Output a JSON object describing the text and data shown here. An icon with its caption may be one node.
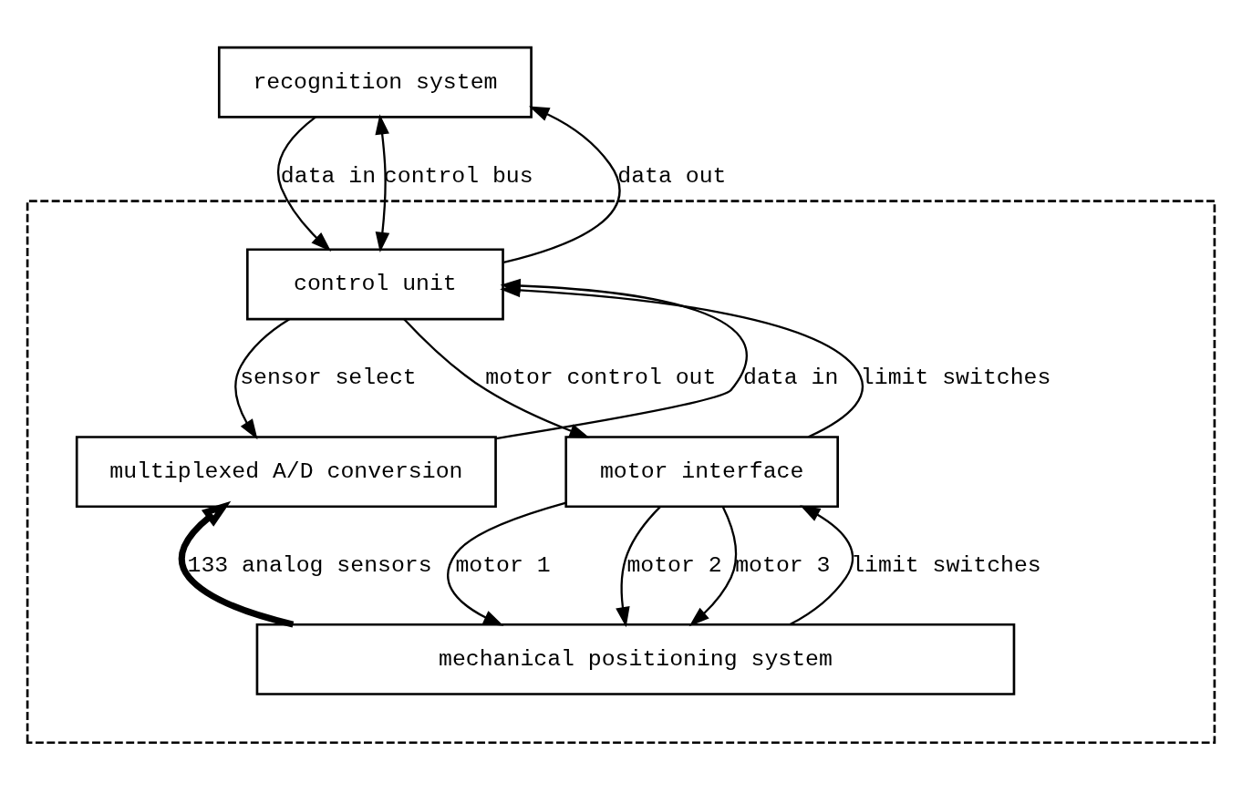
{
  "diagram": {
    "nodes": [
      {
        "text": [
          "recognition system"
        ]
      },
      {
        "text": [],
        "shape": "box"
      },
      {
        "text": [
          "control unit"
        ],
        "in": 1
      },
      {
        "text": [
          "multiplexed A/D conversion"
        ],
        "in": 1
      },
      {
        "text": [
          "motor interface"
        ],
        "in": 1
      },
      {
        "text": [
          "mechanical positioning system"
        ],
        "in": 1
      }
    ],
    "edges": [
      {
        "from": 0,
        "to": 2,
        "arrow": "to",
        "label": "data in"
      },
      {
        "from": 2,
        "to": 0,
        "arrow": "to",
        "label": "data out"
      },
      {
        "from": 0,
        "to": 2,
        "arrow": "both",
        "label": "control bus"
      },
      {
        "from": 2,
        "to": 3,
        "arrow": "to",
        "label": "sensor select"
      },
      {
        "from": 3,
        "to": 2,
        "arrow": "to",
        "label": "data in"
      },
      {
        "from": 2,
        "to": 4,
        "arrow": "to",
        "label": "motor control out"
      },
      {
        "from": 4,
        "to": 2,
        "arrow": "to",
        "label": "limit switches"
      },
      {
        "from": 5,
        "to": 3,
        "arrow": "to",
        "label": "133 analog sensors",
        "style": "thick"
      },
      {
        "from": 4,
        "to": 5,
        "arrow": "to",
        "label": "motor 1"
      },
      {
        "from": 4,
        "to": 5,
        "arrow": "to",
        "label": "motor 2"
      },
      {
        "from": 4,
        "to": 5,
        "arrow": "to",
        "label": "motor 3"
      },
      {
        "from": 5,
        "to": 4,
        "arrow": "to",
        "label": "limit switches"
      }
    ]
  }
}
